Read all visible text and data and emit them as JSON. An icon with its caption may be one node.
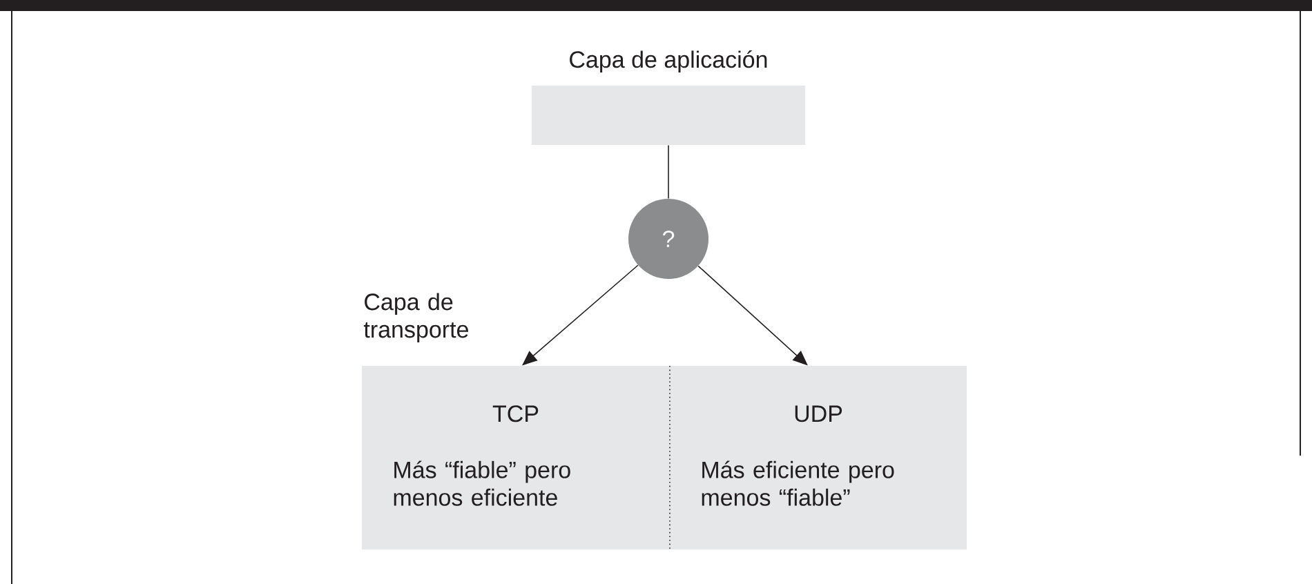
{
  "diagram": {
    "nodes": [
      {
        "text": [
          "Capa de aplicación"
        ]
      },
      {
        "text": [
          "?"
        ]
      },
      {
        "text": [
          "TCP",
          "Más “fiable” pero menos eficiente"
        ]
      },
      {
        "text": [
          "UDP",
          "Más eficiente pero menos “fiable”"
        ]
      }
    ],
    "edges": [
      {
        "from": 0,
        "to": 1,
        "arrow": "none"
      },
      {
        "from": 1,
        "to": 2,
        "arrow": "to"
      },
      {
        "from": 1,
        "to": 3,
        "arrow": "to"
      }
    ],
    "labels": [
      "Capa de transporte"
    ]
  }
}
